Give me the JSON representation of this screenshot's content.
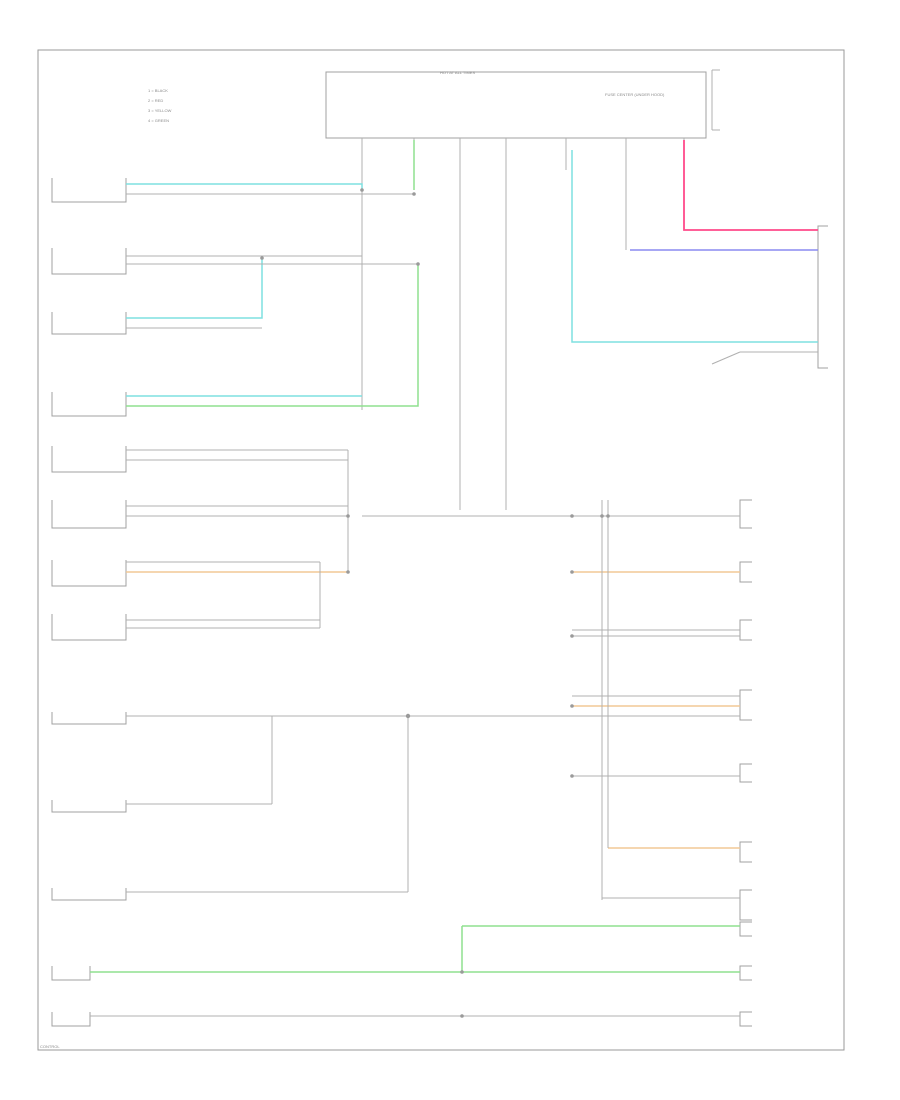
{
  "diagram": {
    "fuse_box_label": "HOT AT ALL TIMES",
    "under_hood_label": "FUSE CENTER (UNDER HOOD)",
    "legend_items": [
      "1 = BLACK",
      "2 = RED",
      "3 = YELLOW",
      "4 = GREEN"
    ],
    "footer_label": "CONTROL"
  },
  "colors": {
    "cyan_wire": "#7fe0e0",
    "green_wire": "#8fe08f",
    "red_wire": "#ff4a8a",
    "blue_wire": "#8a8af0",
    "orange_wire": "#f2c896",
    "line_gray": "#b0b0b0"
  }
}
